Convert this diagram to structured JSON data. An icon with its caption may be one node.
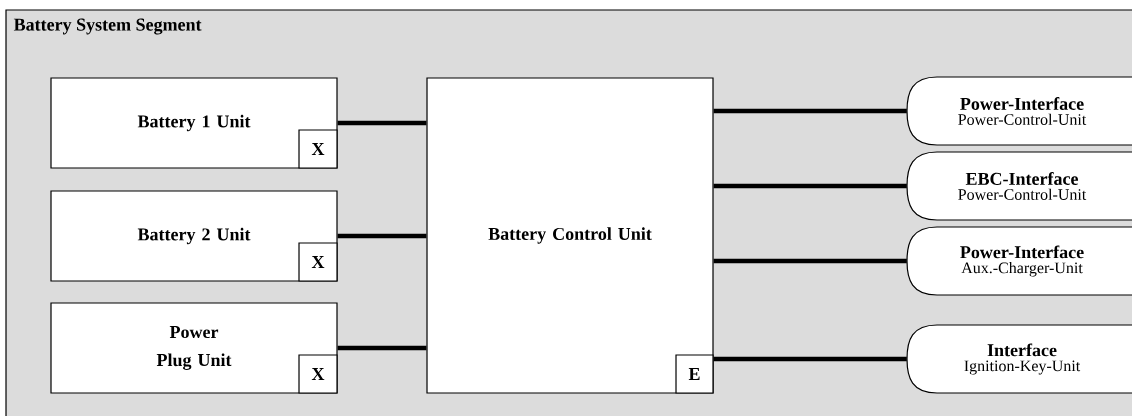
{
  "diagram": {
    "nodes": [
      {
        "text": [
          "Battery System Segment"
        ]
      },
      {
        "text": [
          "Battery 1 Unit"
        ],
        "in": 0
      },
      {
        "text": [
          "X"
        ],
        "in": 1
      },
      {
        "text": [
          "Battery 2 Unit"
        ],
        "in": 0
      },
      {
        "text": [
          "X"
        ],
        "in": 3
      },
      {
        "text": [
          "Power Plug Unit"
        ],
        "in": 0
      },
      {
        "text": [
          "X"
        ],
        "in": 5
      },
      {
        "text": [
          "Battery Control Unit"
        ],
        "in": 0
      },
      {
        "text": [
          "E"
        ],
        "in": 7
      },
      {
        "text": [
          "Power-Interface",
          "Power-Control-Unit"
        ],
        "in": 0
      },
      {
        "text": [
          "EBC-Interface",
          "Power-Control-Unit"
        ],
        "in": 0
      },
      {
        "text": [
          "Power-Interface",
          "Aux.-Charger-Unit"
        ],
        "in": 0
      },
      {
        "text": [
          "Interface",
          "Ignition-Key-Unit"
        ],
        "in": 0
      }
    ],
    "edges": [
      {
        "from": 1,
        "to": 7,
        "arrow": "none"
      },
      {
        "from": 3,
        "to": 7,
        "arrow": "none"
      },
      {
        "from": 5,
        "to": 7,
        "arrow": "none"
      },
      {
        "from": 7,
        "to": 9,
        "arrow": "none"
      },
      {
        "from": 7,
        "to": 10,
        "arrow": "none"
      },
      {
        "from": 7,
        "to": 11,
        "arrow": "none"
      },
      {
        "from": 7,
        "to": 12,
        "arrow": "none"
      }
    ]
  }
}
